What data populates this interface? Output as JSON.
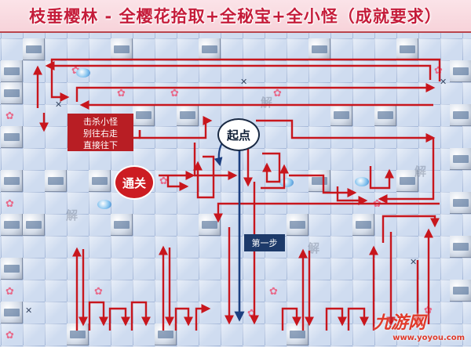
{
  "title": "枝垂樱林 - 全樱花拾取+全秘宝+全小怪（成就要求）",
  "markers": {
    "start": "起点",
    "exit": "通关",
    "first_step": "第一步"
  },
  "note_lines": [
    "击杀小怪",
    "别往右走",
    "直接往下"
  ],
  "watermark": {
    "brand": "九游网",
    "url": "www.yoyou.com"
  },
  "faint_marks": [
    "解",
    "解",
    "解",
    "解"
  ],
  "colors": {
    "route": "#c8161d",
    "first_route": "#1c3f80",
    "title": "#c51c3a",
    "exit": "#cc1c22"
  },
  "icons": [
    "sakura-icon",
    "crossed-swords-icon",
    "monster-icon"
  ]
}
